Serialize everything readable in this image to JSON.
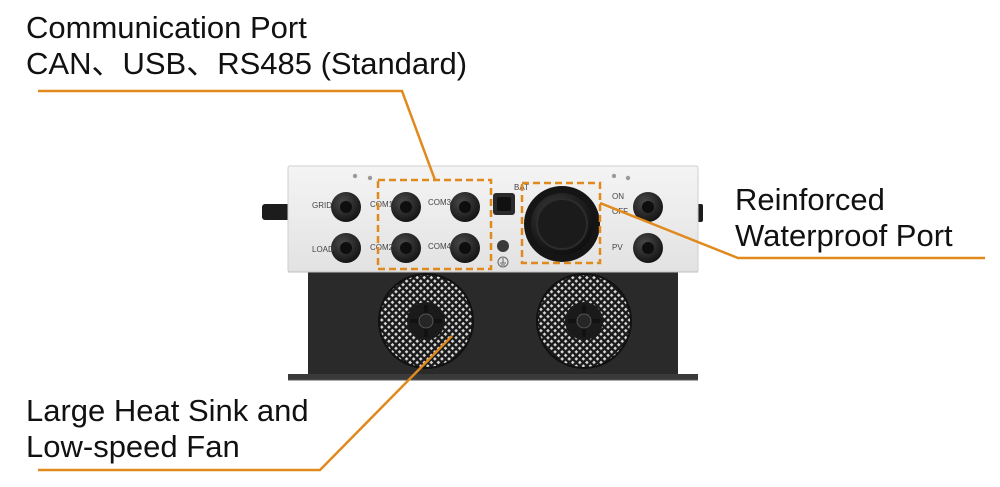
{
  "callouts": {
    "comm_port": {
      "line1": "Communication Port",
      "line2": "CAN、USB、RS485 (Standard)"
    },
    "waterproof": {
      "line1": "Reinforced",
      "line2": "Waterproof Port"
    },
    "heat_sink": {
      "line1": "Large Heat Sink and",
      "line2": "Low-speed Fan"
    }
  },
  "panel_labels": {
    "grid": "GRID",
    "load": "LOAD",
    "com1": "COM1",
    "com2": "COM2",
    "com3": "COM3",
    "com4": "COM4",
    "bat": "BAT",
    "on": "ON",
    "off": "OFF",
    "pv": "PV"
  },
  "colors": {
    "accent_orange": "#E08A1E",
    "housing_light": "#EDEDED",
    "heatsink_dark": "#2A2A2A",
    "connector_black": "#1C1C1C"
  },
  "icons": {
    "ground": "ground-symbol-icon",
    "fan": "fan-icon"
  }
}
